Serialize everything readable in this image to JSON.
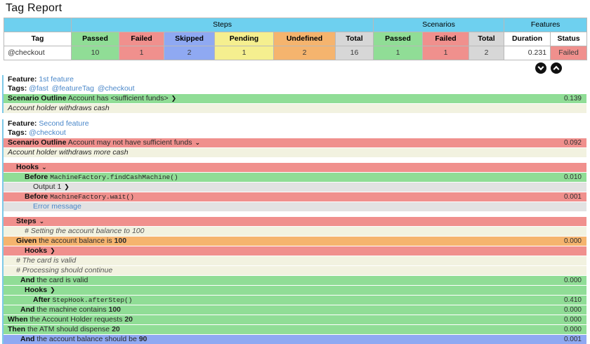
{
  "page_title": "Tag Report",
  "summary_table": {
    "group_headers": [
      "",
      "Steps",
      "Scenarios",
      "Features"
    ],
    "columns": [
      "Tag",
      "Passed",
      "Failed",
      "Skipped",
      "Pending",
      "Undefined",
      "Total",
      "Passed",
      "Failed",
      "Total",
      "Duration",
      "Status"
    ],
    "rows": [
      {
        "tag": "@checkout",
        "steps_passed": "10",
        "steps_failed": "1",
        "steps_skipped": "2",
        "steps_pending": "1",
        "steps_undefined": "2",
        "steps_total": "16",
        "scenarios_passed": "1",
        "scenarios_failed": "1",
        "scenarios_total": "2",
        "duration": "0.231",
        "status": "Failed"
      }
    ]
  },
  "toolbar": {
    "expand_all": "expand-all-icon",
    "collapse_all": "collapse-all-icon"
  },
  "features": [
    {
      "feature_label": "Feature:",
      "feature_name": "1st feature",
      "tags_label": "Tags:",
      "tags": [
        "@fast",
        "@featureTag",
        "@checkout"
      ],
      "rows": [
        {
          "kind": "scenario",
          "keyword": "Scenario Outline",
          "text": "Account has <sufficient funds>",
          "chevron": "❯",
          "duration": "0.139",
          "color": "c-green",
          "indent": "pad6"
        },
        {
          "kind": "description",
          "text": "Account holder withdraws cash"
        }
      ]
    },
    {
      "feature_label": "Feature:",
      "feature_name": "Second feature",
      "tags_label": "Tags:",
      "tags": [
        "@checkout"
      ],
      "rows": [
        {
          "kind": "scenario",
          "keyword": "Scenario Outline",
          "text": "Account may not have sufficient funds",
          "chevron": "⌄",
          "duration": "0.092",
          "color": "c-red",
          "indent": "pad6"
        },
        {
          "kind": "description",
          "text": "Account holder withdraws more cash"
        },
        {
          "kind": "spacer"
        },
        {
          "kind": "group",
          "keyword": "Hooks",
          "text": "",
          "chevron": "⌄",
          "duration": "",
          "color": "c-red",
          "indent": "pad18"
        },
        {
          "kind": "hook",
          "keyword": "Before",
          "mono": "MachineFactory.findCashMachine()",
          "duration": "0.010",
          "color": "c-green",
          "indent": "pad30"
        },
        {
          "kind": "output",
          "text": "Output 1",
          "chevron": "❯",
          "duration": "",
          "color": "c-gray",
          "indent": "pad42"
        },
        {
          "kind": "hook",
          "keyword": "Before",
          "mono": "MachineFactory.wait()",
          "duration": "0.001",
          "color": "c-red",
          "indent": "pad30"
        },
        {
          "kind": "error",
          "text": "Error message",
          "duration": "",
          "color": "c-gray",
          "indent": "pad42"
        },
        {
          "kind": "spacer"
        },
        {
          "kind": "group",
          "keyword": "Steps",
          "text": "",
          "chevron": "⌄",
          "duration": "",
          "color": "c-red",
          "indent": "pad18"
        },
        {
          "kind": "comment",
          "text": "# Setting the account balance to 100",
          "color": "c-cream",
          "indent": "pad30"
        },
        {
          "kind": "step",
          "keyword": "Given",
          "text": "the account balance is ",
          "value": "100",
          "duration": "0.000",
          "color": "c-orange",
          "indent": "pad18"
        },
        {
          "kind": "group",
          "keyword": "Hooks",
          "text": "",
          "chevron": "❯",
          "duration": "",
          "color": "c-red",
          "indent": "pad30"
        },
        {
          "kind": "comment",
          "text": "# The card is valid",
          "color": "c-cream",
          "indent": "pad18"
        },
        {
          "kind": "comment",
          "text": "# Processing should continue",
          "color": "c-cream",
          "indent": "pad18"
        },
        {
          "kind": "step",
          "keyword": "And",
          "text": "the card is valid",
          "value": "",
          "duration": "0.000",
          "color": "c-green",
          "indent": "pad24"
        },
        {
          "kind": "group",
          "keyword": "Hooks",
          "text": "",
          "chevron": "❯",
          "duration": "",
          "color": "c-green",
          "indent": "pad30"
        },
        {
          "kind": "hook",
          "keyword": "After",
          "mono": "StepHook.afterStep()",
          "duration": "0.410",
          "color": "c-green",
          "indent": "pad42"
        },
        {
          "kind": "step",
          "keyword": "And",
          "text": "the machine contains ",
          "value": "100",
          "duration": "0.000",
          "color": "c-green",
          "indent": "pad24"
        },
        {
          "kind": "step",
          "keyword": "When",
          "text": "the Account Holder requests ",
          "value": "20",
          "duration": "0.000",
          "color": "c-green",
          "indent": "pad6"
        },
        {
          "kind": "step",
          "keyword": "Then",
          "text": "the ATM should dispense ",
          "value": "20",
          "duration": "0.000",
          "color": "c-green",
          "indent": "pad6"
        },
        {
          "kind": "step",
          "keyword": "And",
          "text": "the account balance should be ",
          "value": "90",
          "duration": "0.001",
          "color": "c-blue",
          "indent": "pad24"
        }
      ]
    }
  ],
  "colors": {
    "passed": "#90dd96",
    "failed": "#f0908d",
    "skipped": "#8fa9f2",
    "pending": "#f5ef8f",
    "undefined": "#f5b46e",
    "total": "#d7d7d7",
    "group_header": "#6ed0ef",
    "comment_bg": "#f2f2e0",
    "link": "#4a87c9",
    "feature_border": "#7ec9e8"
  }
}
